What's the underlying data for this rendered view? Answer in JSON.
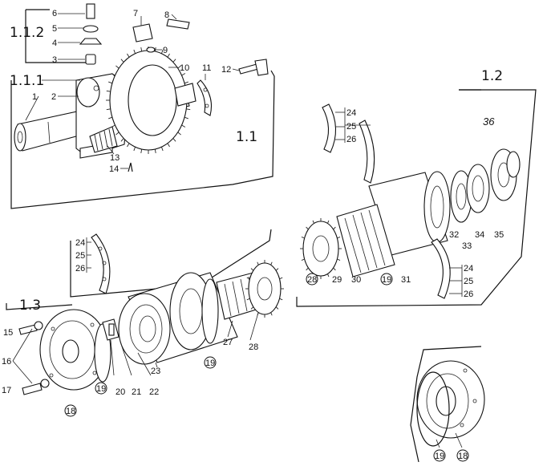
{
  "diagram": {
    "groups": [
      {
        "id": "g1_1_2",
        "label": "1.1.2"
      },
      {
        "id": "g1_1_1",
        "label": "1.1.1"
      },
      {
        "id": "g1_1",
        "label": "1.1"
      },
      {
        "id": "g1_2",
        "label": "1.2"
      },
      {
        "id": "g1_3",
        "label": "1.3"
      }
    ],
    "callouts": {
      "c1": "1",
      "c2": "2",
      "c3": "3",
      "c4": "4",
      "c5": "5",
      "c6": "6",
      "c7": "7",
      "c8": "8",
      "c9": "9",
      "c10": "10",
      "c11": "11",
      "c12": "12",
      "c13": "13",
      "c14": "14",
      "c24a": "24",
      "c25a": "25",
      "c26a": "26",
      "c36": "36",
      "c32": "32",
      "c33": "33",
      "c34": "34",
      "c35": "35",
      "c28a": "28",
      "c29": "29",
      "c30": "30",
      "c19a": "19",
      "c31": "31",
      "c24b": "24",
      "c25b": "25",
      "c26b": "26",
      "c24c": "24",
      "c25c": "25",
      "c26c": "26",
      "c15": "15",
      "c16": "16",
      "c17": "17",
      "c18a": "18",
      "c19b": "19",
      "c20": "20",
      "c21": "21",
      "c22": "22",
      "c23": "23",
      "c19c": "19",
      "c27": "27",
      "c28b": "28",
      "c19d": "19",
      "c18b": "18"
    }
  }
}
